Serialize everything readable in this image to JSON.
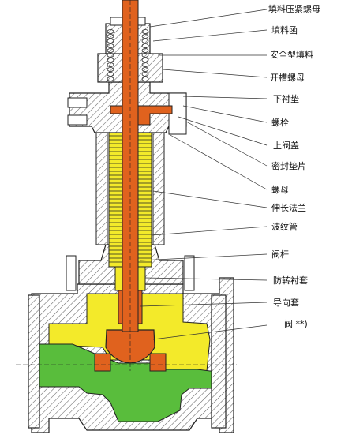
{
  "colors": {
    "orange": "#e0621e",
    "yellow": "#f3ea2a",
    "green": "#59bd3c",
    "hatch": "#666666",
    "outline": "#222222",
    "metal": "#ffffff"
  },
  "labels": {
    "packing_nut": "填料压紧螺母",
    "packing_box": "填料函",
    "safety_packing": "安全型填料",
    "slotted_nut": "开槽螺母",
    "lower_liner": "下衬垫",
    "bolt": "螺栓",
    "upper_bonnet": "上阀盖",
    "seal_gasket": "密封垫片",
    "nut": "螺母",
    "extension_flange": "伸长法兰",
    "bellows": "波纹管",
    "stem": "阀杆",
    "anti_rotation_sleeve": "防转衬套",
    "guide_sleeve": "导向套",
    "valve_plug": "阀 **)"
  }
}
